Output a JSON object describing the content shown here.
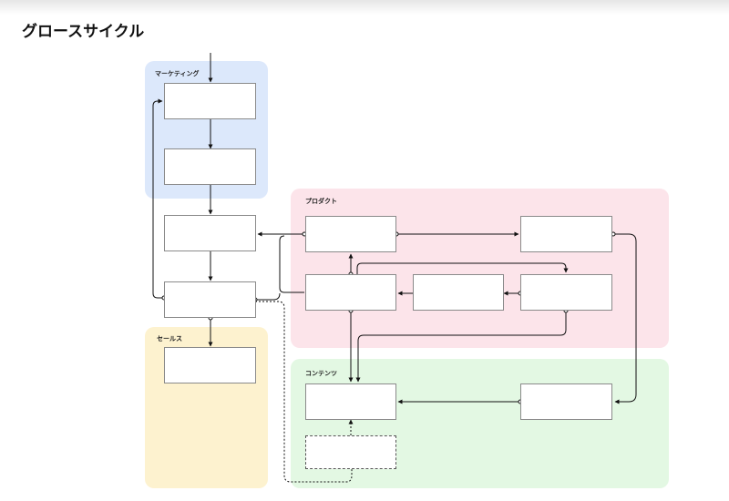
{
  "title": "グロースサイクル",
  "regions": [
    {
      "id": "marketing",
      "label": "マーケティング",
      "color": "#dce8fb"
    },
    {
      "id": "product",
      "label": "プロダクト",
      "color": "#fce4ea"
    },
    {
      "id": "sales",
      "label": "セールス",
      "color": "#fdf2cf"
    },
    {
      "id": "content",
      "label": "コンテンツ",
      "color": "#e3f8e3"
    }
  ],
  "nodes": [
    {
      "id": "n1",
      "label": ""
    },
    {
      "id": "n2",
      "label": ""
    },
    {
      "id": "n3",
      "label": ""
    },
    {
      "id": "n4",
      "label": ""
    },
    {
      "id": "n5",
      "label": ""
    },
    {
      "id": "n6",
      "label": ""
    },
    {
      "id": "n7",
      "label": ""
    },
    {
      "id": "n8",
      "label": ""
    },
    {
      "id": "n9",
      "label": ""
    },
    {
      "id": "n10",
      "label": ""
    },
    {
      "id": "n11",
      "label": ""
    },
    {
      "id": "n12",
      "label": ""
    },
    {
      "id": "n13",
      "label": ""
    }
  ],
  "notes": [
    "",
    ""
  ],
  "colors": {
    "line": "#111111",
    "node_border": "#8a8a8a"
  }
}
